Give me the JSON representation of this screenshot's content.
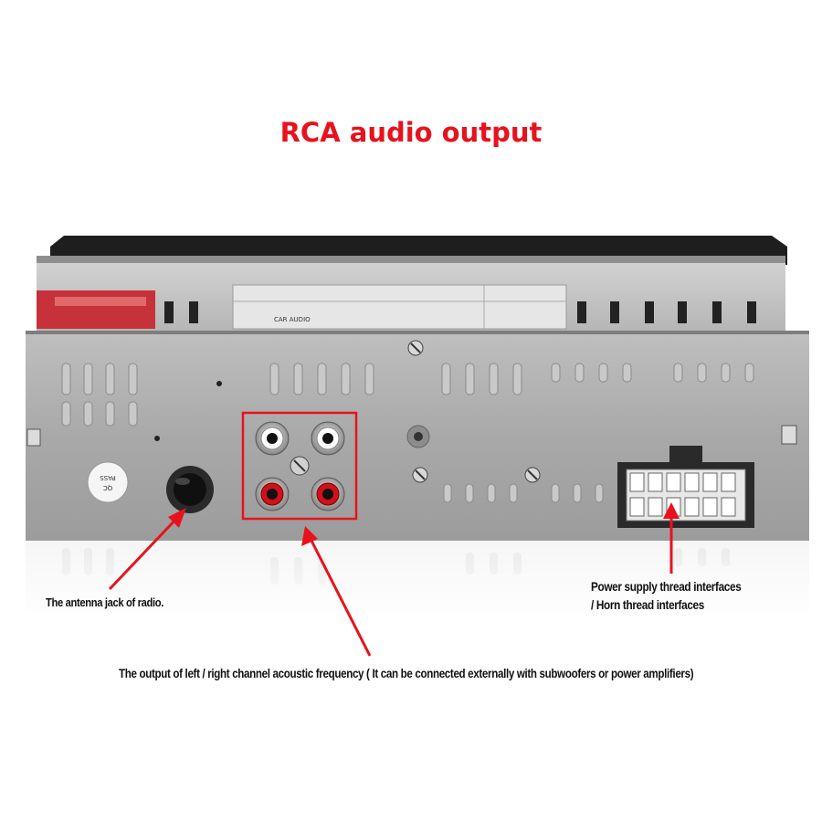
{
  "title": "RCA audio output",
  "qc_sticker": {
    "line1": "QC",
    "line2": "PASS"
  },
  "label_sticker": {
    "brand": "CAR AUDIO"
  },
  "captions": {
    "antenna": "The antenna jack of radio.",
    "rca_output": "The output of left / right channel acoustic frequency ( It can be connected externally with subwoofers or power amplifiers)",
    "power_line1": "Power supply thread interfaces",
    "power_line2": "/ Horn thread interfaces"
  },
  "colors": {
    "title": "#e8121c",
    "arrow": "#e8121c",
    "highlight_box": "#e8121c",
    "rca_left_ring": "#ffffff",
    "rca_right_ring": "#d0101a"
  }
}
